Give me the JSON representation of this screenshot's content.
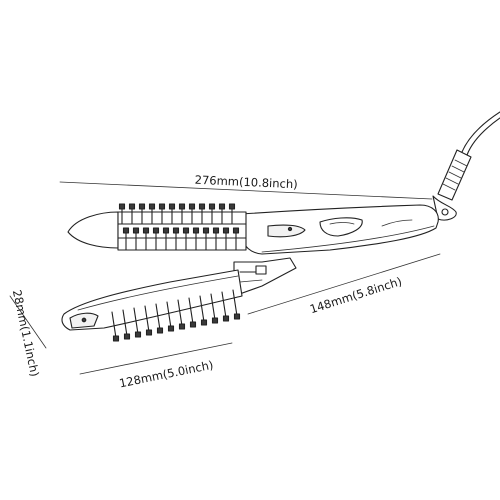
{
  "dimensions": {
    "overall_length": "276mm(10.8inch)",
    "handle_length": "148mm(5.8inch)",
    "plate_length": "128mm(5.0inch)",
    "width": "28mm(1.1inch)"
  }
}
